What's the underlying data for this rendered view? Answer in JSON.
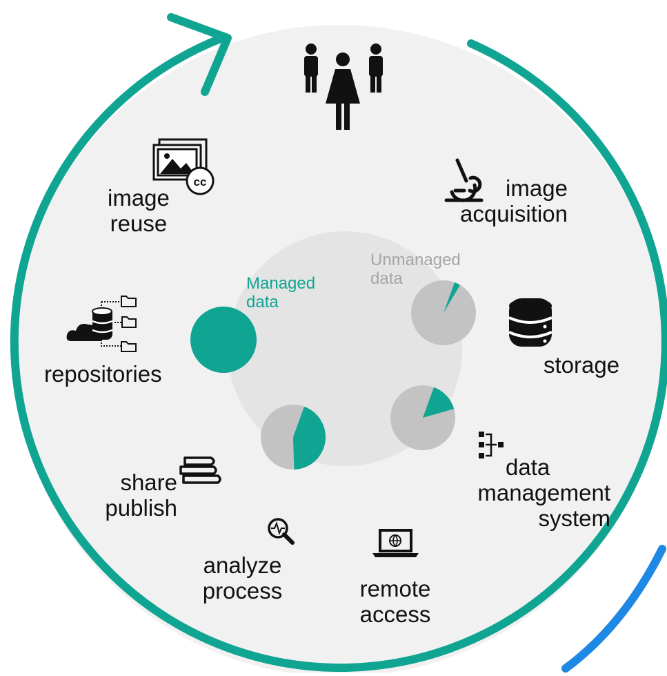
{
  "colors": {
    "teal": "#10A592",
    "blue": "#1E88E5",
    "disk": "#F1F1F1",
    "inner": "#E4E4E4",
    "gray_pie": "#C3C3C3",
    "text": "#111111",
    "muted_text": "#A6A6A6"
  },
  "center": {
    "managed_label": [
      "Managed",
      "data"
    ],
    "unmanaged_label": [
      "Unmanaged",
      "data"
    ]
  },
  "stages": [
    {
      "id": "researchers",
      "icon": "people-icon",
      "lines": []
    },
    {
      "id": "image-acquisition",
      "icon": "microscope-icon",
      "lines": [
        "image",
        "acquisition"
      ]
    },
    {
      "id": "storage",
      "icon": "database-icon",
      "lines": [
        "storage"
      ]
    },
    {
      "id": "data-management-system",
      "icon": "hierarchy-icon",
      "lines": [
        "data",
        "management",
        "system"
      ]
    },
    {
      "id": "remote-access",
      "icon": "laptop-globe-icon",
      "lines": [
        "remote",
        "access"
      ]
    },
    {
      "id": "analyze-process",
      "icon": "magnifier-waveform-icon",
      "lines": [
        "analyze",
        "process"
      ]
    },
    {
      "id": "share-publish",
      "icon": "books-icon",
      "lines": [
        "share",
        "publish"
      ]
    },
    {
      "id": "repositories",
      "icon": "cloud-database-icon",
      "lines": [
        "repositories"
      ]
    },
    {
      "id": "image-reuse",
      "icon": "image-cc-icon",
      "lines": [
        "image",
        "reuse"
      ]
    }
  ],
  "pies": [
    {
      "id": "pie-managed-full",
      "managed_fraction": 1.0
    },
    {
      "id": "pie-unmanaged",
      "managed_fraction": 0.03
    },
    {
      "id": "pie-dms",
      "managed_fraction": 0.15
    },
    {
      "id": "pie-analyze",
      "managed_fraction": 0.44
    }
  ]
}
